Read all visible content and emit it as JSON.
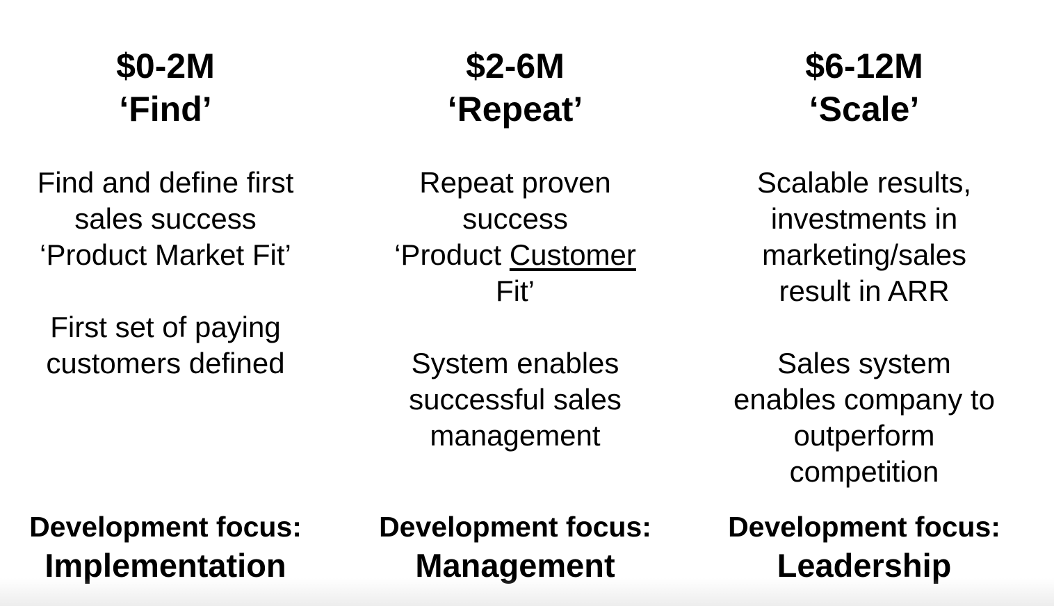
{
  "columns": [
    {
      "range": "$0-2M",
      "stage": "‘Find’",
      "description_lines": [
        "Find and define first",
        "sales success",
        "‘Product Market Fit’"
      ],
      "detail_lines": [
        "First set of paying",
        "customers defined"
      ],
      "focus_label": "Development focus:",
      "focus_value": "Implementation"
    },
    {
      "range": "$2-6M",
      "stage": "‘Repeat’",
      "description_lines": [
        "Repeat proven",
        "success"
      ],
      "description_fit_prefix": "‘Product ",
      "description_fit_underlined": "Customer",
      "description_fit_suffix": "Fit’",
      "detail_lines": [
        "System enables",
        "successful sales",
        "management"
      ],
      "focus_label": "Development focus:",
      "focus_value": "Management"
    },
    {
      "range": "$6-12M",
      "stage": "‘Scale’",
      "description_lines": [
        "Scalable results,",
        "investments in",
        "marketing/sales",
        "result in ARR"
      ],
      "detail_lines": [
        "Sales system",
        "enables company to",
        "outperform",
        "competition"
      ],
      "focus_label": "Development focus:",
      "focus_value": "Leadership"
    }
  ]
}
